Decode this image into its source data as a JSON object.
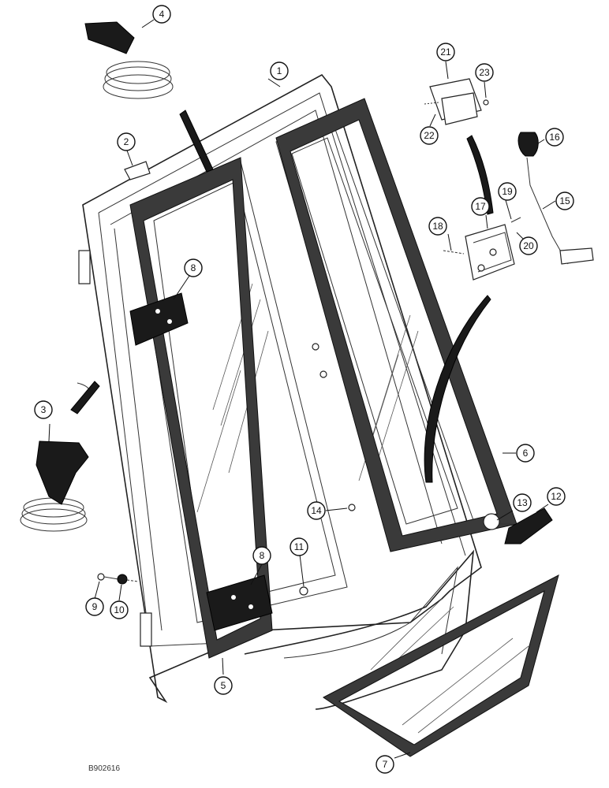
{
  "figure_id": "B902616",
  "callouts": [
    {
      "label": "1"
    },
    {
      "label": "2"
    },
    {
      "label": "3"
    },
    {
      "label": "4"
    },
    {
      "label": "5"
    },
    {
      "label": "6"
    },
    {
      "label": "7"
    },
    {
      "label": "8"
    },
    {
      "label": "8"
    },
    {
      "label": "9"
    },
    {
      "label": "10"
    },
    {
      "label": "11"
    },
    {
      "label": "12"
    },
    {
      "label": "13"
    },
    {
      "label": "14"
    },
    {
      "label": "15"
    },
    {
      "label": "16"
    },
    {
      "label": "17"
    },
    {
      "label": "18"
    },
    {
      "label": "19"
    },
    {
      "label": "20"
    },
    {
      "label": "21"
    },
    {
      "label": "22"
    },
    {
      "label": "23"
    }
  ],
  "colors": {
    "ink": "#111111",
    "paper": "#ffffff",
    "seal": "#3a3a3a"
  }
}
